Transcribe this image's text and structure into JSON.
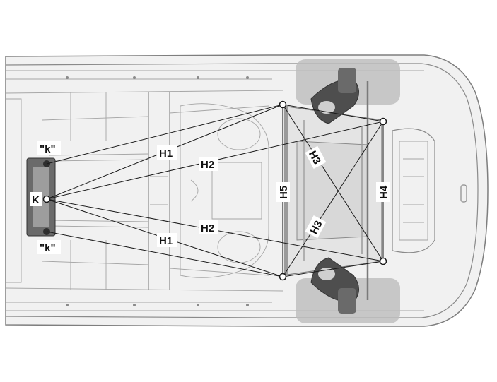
{
  "diagram": {
    "labels": {
      "k_top": "\"k\"",
      "k_bottom": "\"k\"",
      "K": "K",
      "H1_top": "H1",
      "H1_bottom": "H1",
      "H2_top": "H2",
      "H2_bottom": "H2",
      "H3_top": "H3",
      "H3_bottom": "H3",
      "H4": "H4",
      "H5": "H5"
    },
    "colors": {
      "body_fill": "#f1f1f1",
      "outline": "#8a8a8a",
      "measure_line": "#1a1a1a",
      "wheel_shade": "#bdbdbd",
      "dark_parts": "#5a5a5a"
    }
  }
}
